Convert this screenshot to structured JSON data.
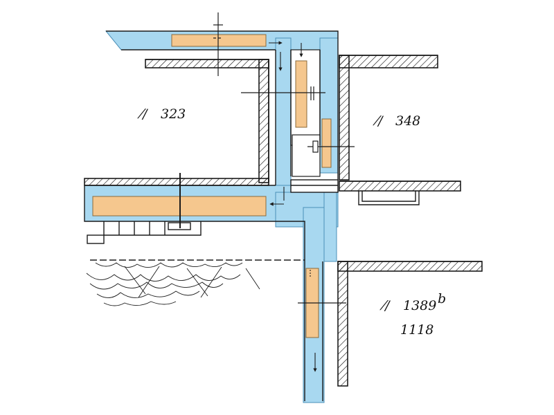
{
  "labels": {
    "room_left": "323",
    "room_right": "348",
    "room_lower": "1389",
    "room_lower_sup": "b",
    "ref_number": "1118"
  },
  "colors": {
    "channel": "#a8d8f0",
    "gate": "#f5c78e",
    "ink": "#1a1a1a"
  }
}
